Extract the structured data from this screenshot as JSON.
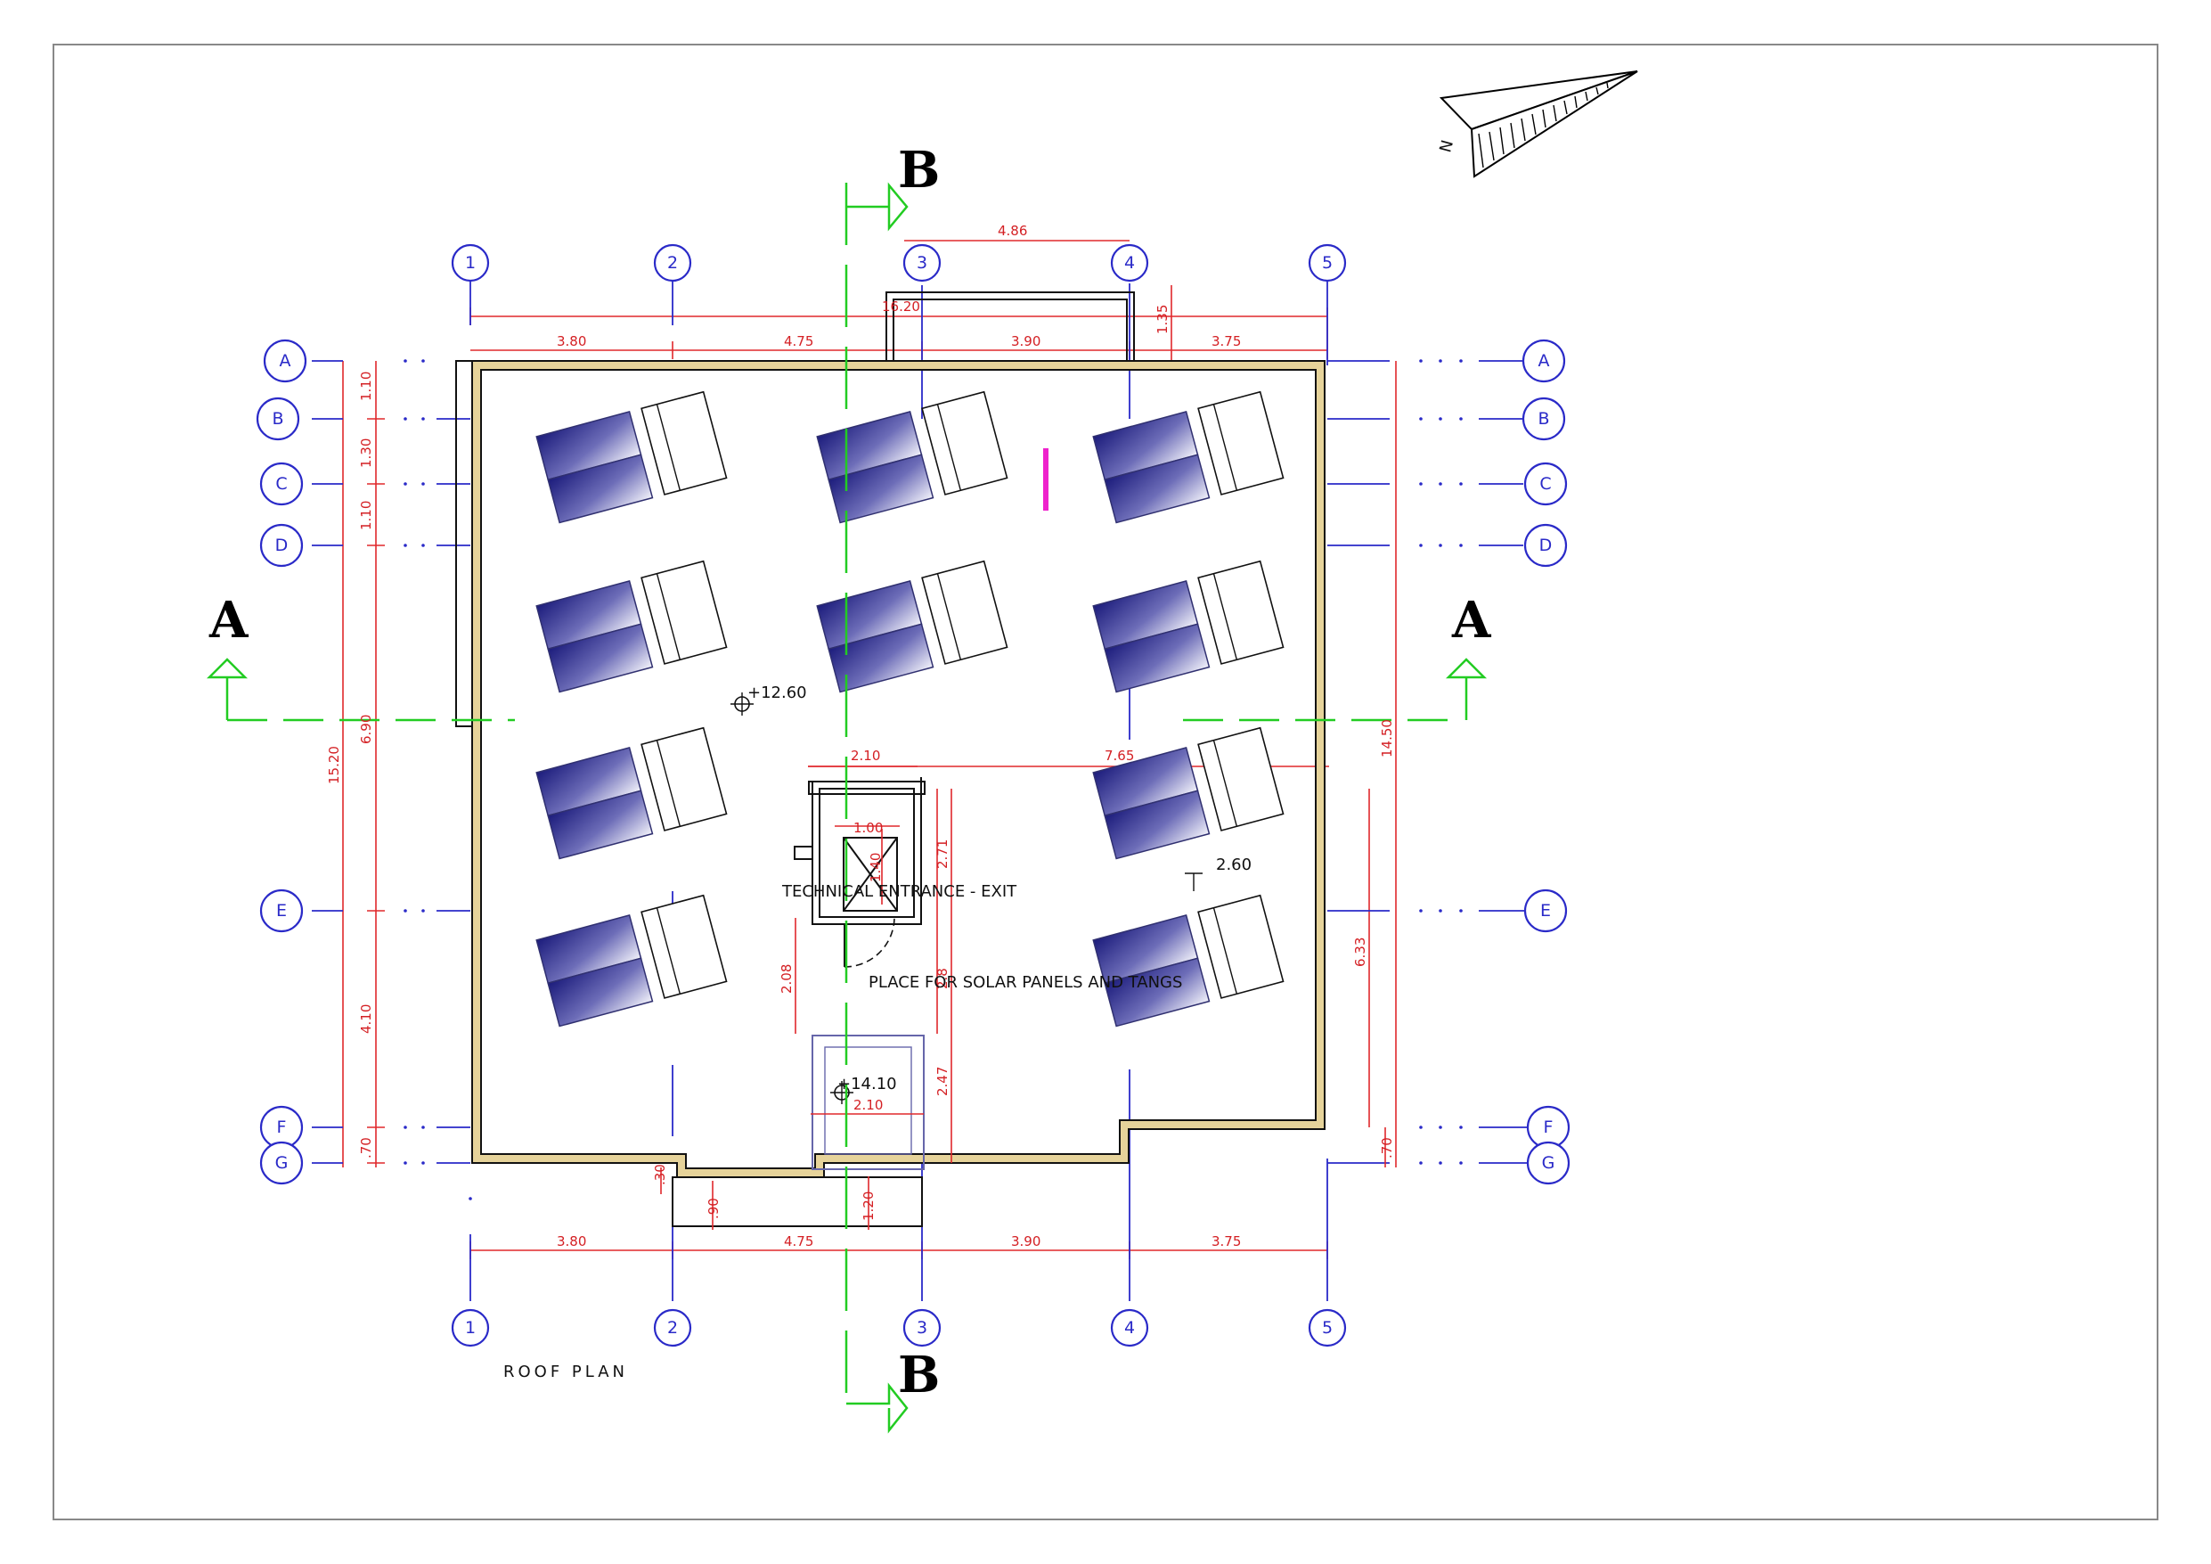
{
  "drawing_title": "ROOF PLAN",
  "section_labels": {
    "a_left": "A",
    "a_right": "A",
    "b_top": "B",
    "b_bottom": "B"
  },
  "north_label": "N",
  "grid_columns": [
    "1",
    "2",
    "3",
    "4",
    "5"
  ],
  "grid_rows": [
    "A",
    "B",
    "C",
    "D",
    "E",
    "F",
    "G"
  ],
  "dimensions": {
    "top_overall": "16.20",
    "top_bays": [
      "3.80",
      "4.75",
      "3.90",
      "3.75"
    ],
    "bottom_bays": [
      "3.80",
      "4.75",
      "3.90",
      "3.75"
    ],
    "top_stair_width": "4.86",
    "top_stair_depth": "1.35",
    "left_overall": "15.20",
    "left_segments": [
      "1.10",
      "1.30",
      "1.10",
      "6.90",
      "4.10",
      ".70"
    ],
    "right_overall": "14.50",
    "right_lower": "6.33",
    "right_bottom": ".70",
    "inner_top_left": "2.10",
    "inner_top_right": "7.65",
    "hatch_width": "1.00",
    "hatch_depth": "1.40",
    "vertical_271": "2.71",
    "vertical_208": "2.08",
    "vertical_28": "2.8",
    "vertical_247": "2.47",
    "bottom_box_width": "2.10",
    "notch_90": ".90",
    "notch_30": ".30",
    "notch_120": "1.20"
  },
  "levels": {
    "roof": "+12.60",
    "right": "2.60",
    "stair": "+14.10"
  },
  "notes": {
    "technical": "TECHNICAL ENTRANCE - EXIT",
    "solar": "PLACE FOR SOLAR PANELS AND TANGS"
  },
  "colors": {
    "grid": "#2a2ac8",
    "dimension": "#e0282c",
    "section_line": "#22cc22",
    "panel_dark": "#1c1c7c",
    "parapet": "#e6d39a",
    "marker": "#ee22cc"
  }
}
